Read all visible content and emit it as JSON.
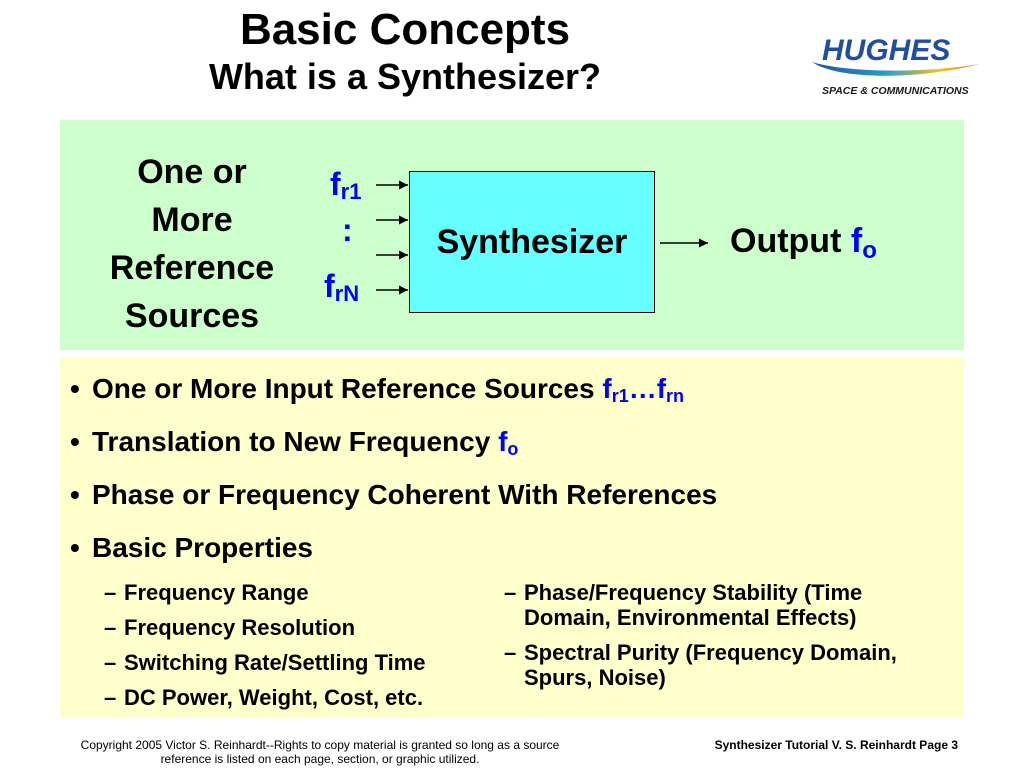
{
  "header": {
    "title": "Basic Concepts",
    "subtitle": "What is a Synthesizer?"
  },
  "logo": {
    "company": "HUGHES",
    "division": "SPACE & COMMUNICATIONS"
  },
  "diagram": {
    "sources_label": [
      "One or",
      "More",
      "Reference",
      "Sources"
    ],
    "input_first_sym": "f",
    "input_first_sub": "r1",
    "input_dots": ":",
    "input_last_sym": "f",
    "input_last_sub": "rN",
    "block_label": "Synthesizer",
    "output_text": "Output",
    "output_sym": "f",
    "output_sub": "o"
  },
  "bullets": {
    "b1_text": "One or More Input Reference Sources",
    "b1_sym1": "f",
    "b1_sub1": "r1",
    "b1_ellipsis": "…",
    "b1_sym2": "f",
    "b1_sub2": "rn",
    "b2_text": "Translation to New Frequency",
    "b2_sym": "f",
    "b2_sub": "o",
    "b3_text": "Phase or Frequency Coherent With References",
    "b4_text": "Basic Properties",
    "props_left": [
      "Frequency Range",
      "Frequency Resolution",
      "Switching Rate/Settling Time",
      "DC Power, Weight, Cost, etc."
    ],
    "props_right": [
      "Phase/Frequency Stability (Time Domain, Environmental Effects)",
      "Spectral Purity (Frequency Domain, Spurs, Noise)"
    ]
  },
  "footer": {
    "copyright_line1": "Copyright 2005 Victor S. Reinhardt--Rights to copy material is granted so long as a source",
    "copyright_line2": "reference is listed on each page, section, or graphic utilized.",
    "page_label": "Synthesizer Tutorial V. S. Reinhardt Page 3"
  },
  "colors": {
    "diagram_bg": "#ccffcc",
    "bullets_bg": "#ffffcc",
    "block_fill": "#66ffff",
    "symbol_blue": "#0000ff",
    "logo_blue": "#1f4fa3"
  }
}
